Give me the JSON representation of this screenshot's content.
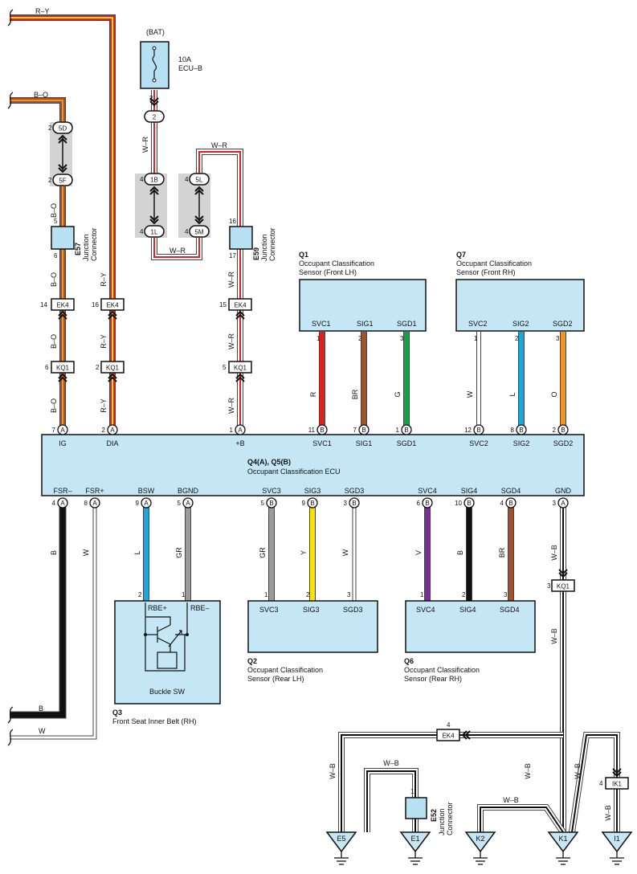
{
  "colors": {
    "ecu_fill": "#c5e6f5",
    "connector_fill": "#b8e0f3",
    "jc_bg": "#d3d3d3",
    "R": "#e02020",
    "Y": "#f7e300",
    "BR": "#a0522d",
    "G": "#16a04a",
    "L": "#1aa7e0",
    "O": "#f29420",
    "GR": "#9a9a9a",
    "V": "#7a2e9c",
    "B": "#111111",
    "W": "#ffffff",
    "wire_outline": "#444444"
  },
  "power": {
    "label": "(BAT)",
    "fuse": "10A",
    "fuse_name": "ECU–B",
    "pin": "2"
  },
  "wire_labels": {
    "ry": "R–Y",
    "bo": "B–O",
    "wr": "W–R",
    "wb": "W–B",
    "r": "R",
    "br": "BR",
    "g": "G",
    "w": "W",
    "l": "L",
    "o": "O",
    "gr": "GR",
    "y": "Y",
    "v": "V",
    "b": "B"
  },
  "junction_pins": {
    "5d": "5D",
    "5f": "5F",
    "1b": "1B",
    "1l": "1L",
    "5l": "5L",
    "5m": "5M",
    "two": "2",
    "n2": "2",
    "n4": "4"
  },
  "e57": {
    "id": "E57",
    "label1": "Junction",
    "label2": "Connector",
    "pin_top": "5",
    "pin_bottom": "6"
  },
  "e59": {
    "id": "E59",
    "label1": "Junction",
    "label2": "Connector",
    "pin_top": "16",
    "pin_bottom": "17"
  },
  "e52": {
    "id": "E52",
    "label1": "Junction",
    "label2": "Connector",
    "pin": "1"
  },
  "inline": {
    "ek4": "EK4",
    "kq1": "KQ1",
    "ik1": "IK1",
    "p14": "14",
    "p16": "16",
    "p15": "15",
    "p6": "6",
    "p2": "2",
    "p5": "5",
    "p3": "3",
    "p4": "4"
  },
  "ecu": {
    "name": "Q4(A), Q5(B)",
    "title": "Occupant Classification ECU",
    "top_pins": [
      {
        "num": "7",
        "conn": "A",
        "label": "IG"
      },
      {
        "num": "2",
        "conn": "A",
        "label": "DIA"
      },
      {
        "num": "1",
        "conn": "A",
        "label": "+B"
      },
      {
        "num": "11",
        "conn": "B",
        "label": "SVC1"
      },
      {
        "num": "7",
        "conn": "B",
        "label": "SIG1"
      },
      {
        "num": "1",
        "conn": "B",
        "label": "SGD1"
      },
      {
        "num": "12",
        "conn": "B",
        "label": "SVC2"
      },
      {
        "num": "8",
        "conn": "B",
        "label": "SIG2"
      },
      {
        "num": "2",
        "conn": "B",
        "label": "SGD2"
      }
    ],
    "bottom_pins": [
      {
        "num": "4",
        "conn": "A",
        "label": "FSR–"
      },
      {
        "num": "8",
        "conn": "A",
        "label": "FSR+"
      },
      {
        "num": "9",
        "conn": "A",
        "label": "BSW"
      },
      {
        "num": "5",
        "conn": "A",
        "label": "BGND"
      },
      {
        "num": "5",
        "conn": "B",
        "label": "SVC3"
      },
      {
        "num": "9",
        "conn": "B",
        "label": "SIG3"
      },
      {
        "num": "3",
        "conn": "B",
        "label": "SGD3"
      },
      {
        "num": "6",
        "conn": "B",
        "label": "SVC4"
      },
      {
        "num": "10",
        "conn": "B",
        "label": "SIG4"
      },
      {
        "num": "4",
        "conn": "B",
        "label": "SGD4"
      },
      {
        "num": "3",
        "conn": "A",
        "label": "GND"
      }
    ]
  },
  "q1": {
    "id": "Q1",
    "name": "Occupant Classification",
    "sub": "Sensor (Front LH)",
    "pins": [
      {
        "num": "1",
        "label": "SVC1"
      },
      {
        "num": "2",
        "label": "SIG1"
      },
      {
        "num": "3",
        "label": "SGD1"
      }
    ]
  },
  "q7": {
    "id": "Q7",
    "name": "Occupant Classification",
    "sub": "Sensor (Front RH)",
    "pins": [
      {
        "num": "1",
        "label": "SVC2"
      },
      {
        "num": "2",
        "label": "SIG2"
      },
      {
        "num": "3",
        "label": "SGD2"
      }
    ]
  },
  "q2": {
    "id": "Q2",
    "name": "Occupant Classification",
    "sub": "Sensor (Rear LH)",
    "pins": [
      {
        "num": "1",
        "label": "SVC3"
      },
      {
        "num": "2",
        "label": "SIG3"
      },
      {
        "num": "3",
        "label": "SGD3"
      }
    ]
  },
  "q6": {
    "id": "Q6",
    "name": "Occupant Classification",
    "sub": "Sensor (Rear RH)",
    "pins": [
      {
        "num": "1",
        "label": "SVC4"
      },
      {
        "num": "2",
        "label": "SIG4"
      },
      {
        "num": "3",
        "label": "SGD4"
      }
    ]
  },
  "q3": {
    "id": "Q3",
    "name": "Front Seat Inner Belt (RH)",
    "pin2": "2",
    "pin1": "1",
    "rbe_plus": "RBE+",
    "rbe_minus": "RBE–",
    "switch": "Buckle SW"
  },
  "grounds": [
    "E5",
    "E1",
    "K2",
    "K1",
    "I1"
  ]
}
